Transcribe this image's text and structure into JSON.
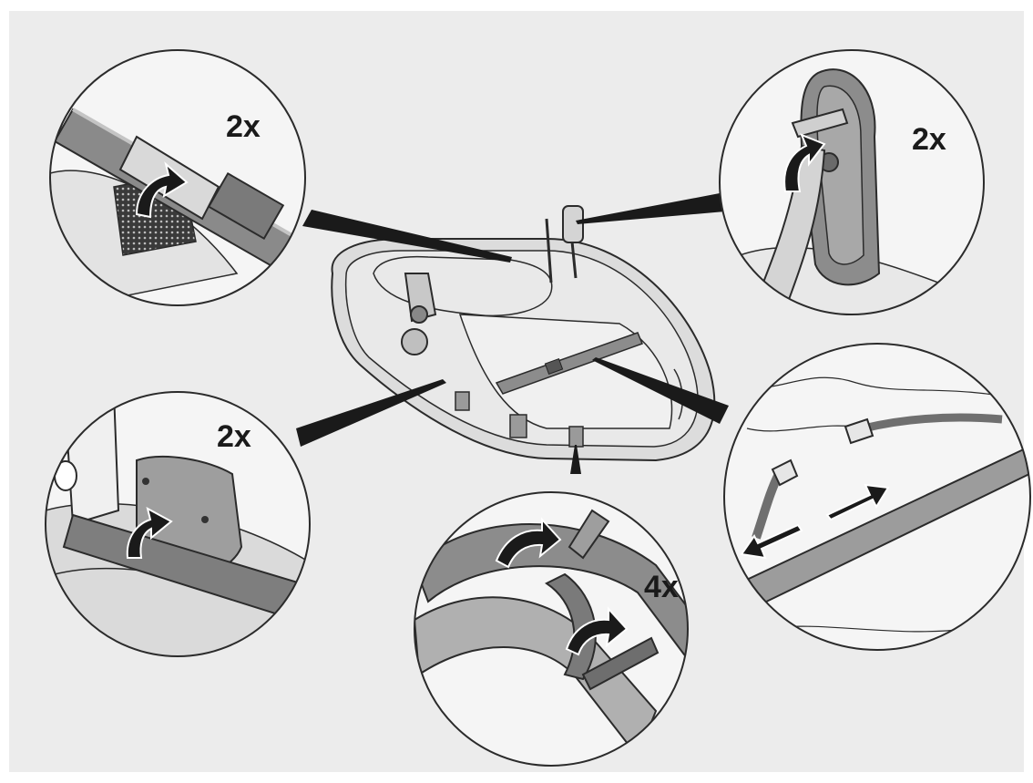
{
  "callouts": {
    "top_left": {
      "count": "2x"
    },
    "top_right": {
      "count": "2x"
    },
    "mid_left": {
      "count": "2x"
    },
    "bottom_center": {
      "count": "4x"
    },
    "right": {
      "count": ""
    }
  },
  "colors": {
    "panel_bg": "#ececec",
    "frame": "#a4a4a4",
    "frame_light": "#e4e4e4",
    "outline": "#2b2b2b",
    "callout_bg": "#f5f5f5",
    "arrow": "#1a1a1a"
  }
}
